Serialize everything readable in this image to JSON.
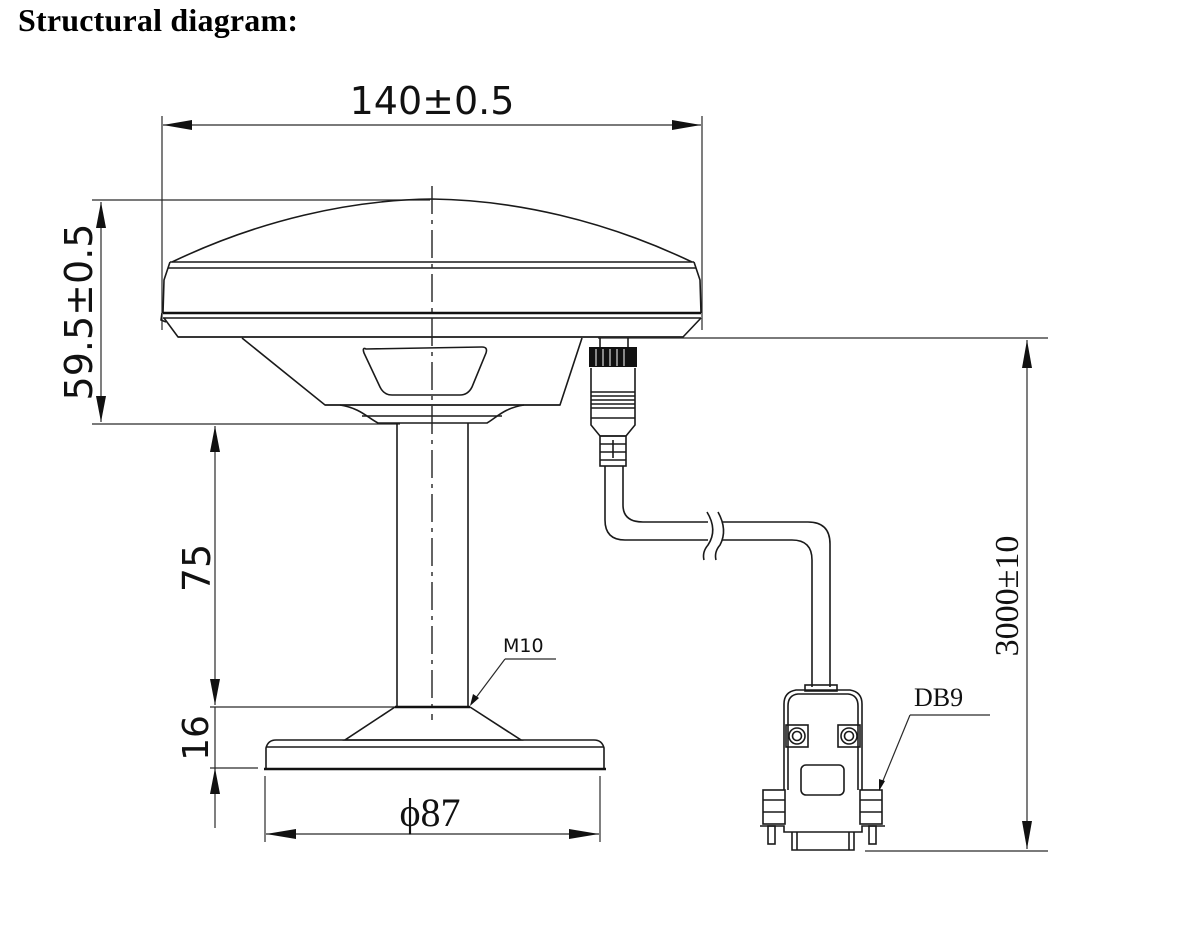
{
  "title": "Structural diagram:",
  "dimensions": {
    "width_top": "140±0.5",
    "height_head": "59.5±0.5",
    "pole_height": "75",
    "base_height": "16",
    "base_diameter": "ϕ87",
    "cable_length": "3000±10"
  },
  "labels": {
    "thread": "M10",
    "connector": "DB9"
  },
  "colors": {
    "line": "#1a1a1a",
    "background": "#ffffff"
  }
}
